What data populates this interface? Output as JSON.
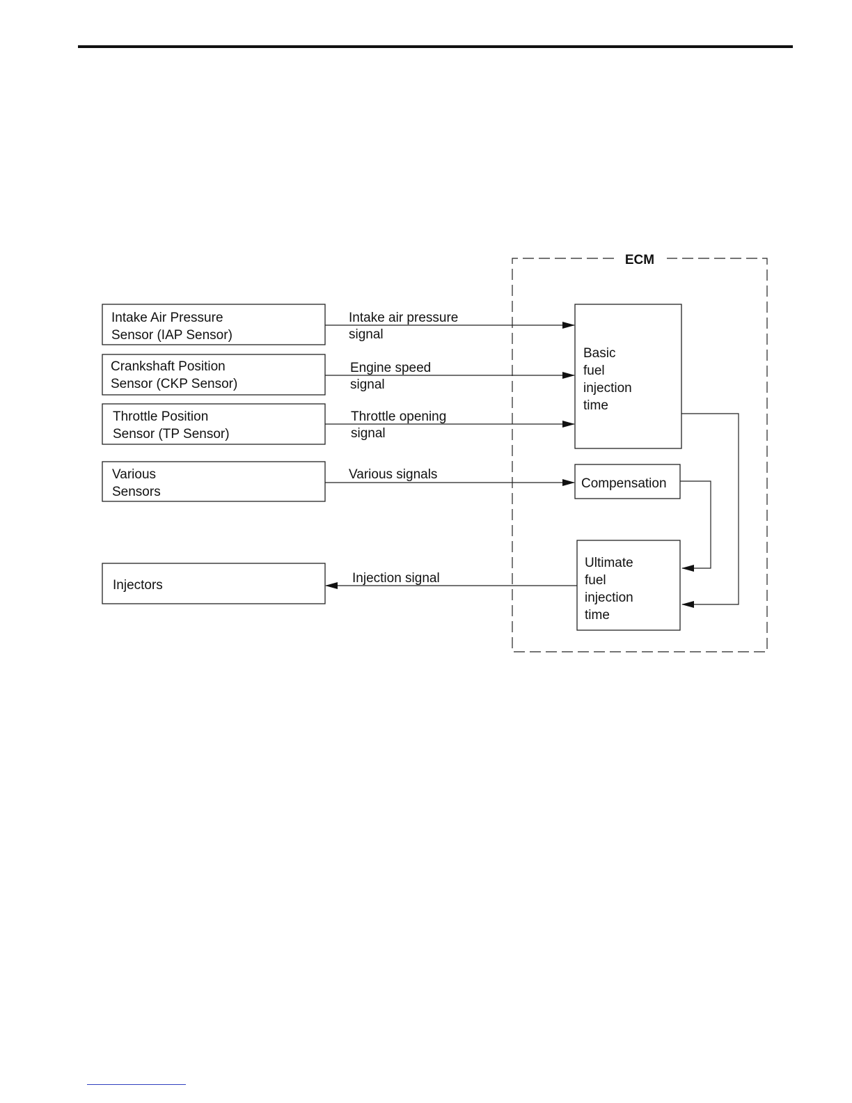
{
  "ecm": {
    "title": "ECM"
  },
  "sensors": [
    {
      "lines": [
        "Intake Air Pressure",
        "Sensor (IAP Sensor)"
      ]
    },
    {
      "lines": [
        "Crankshaft Position",
        "Sensor (CKP Sensor)"
      ]
    },
    {
      "lines": [
        "Throttle Position",
        "Sensor (TP Sensor)"
      ]
    },
    {
      "lines": [
        "Various",
        "Sensors"
      ]
    }
  ],
  "injectors": {
    "label": "Injectors"
  },
  "signals": [
    {
      "lines": [
        "Intake air pressure",
        "signal"
      ]
    },
    {
      "lines": [
        "Engine speed",
        "signal"
      ]
    },
    {
      "lines": [
        "Throttle opening",
        "signal"
      ]
    },
    {
      "lines": [
        "Various signals"
      ]
    },
    {
      "lines": [
        "Injection signal"
      ]
    }
  ],
  "ecm_blocks": {
    "basic": {
      "lines": [
        "Basic",
        "fuel",
        "injection",
        "time"
      ]
    },
    "compensation": {
      "lines": [
        "Compensation"
      ]
    },
    "ultimate": {
      "lines": [
        "Ultimate",
        "fuel",
        "injection",
        "time"
      ]
    }
  }
}
